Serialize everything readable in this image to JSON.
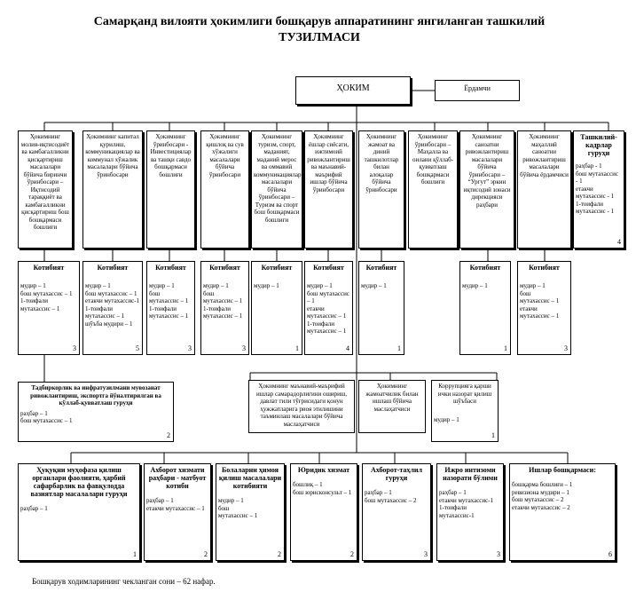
{
  "title": "Самарқанд вилояти ҳокимлиги бошқарув аппаратининг янгиланган ташкилий ТУЗИЛМАСИ",
  "hokim": "ҲОКИМ",
  "yordamchi": "Ёрдамчи",
  "deputies": [
    "Ҳокимнинг молия-иқтисодиёт ва камбағалликни қисқартириш масалалари бўйича биринчи ўринбосари – Иқтисодий тараққиёт ва камбағалликни қисқартириш бош бошқармаси бошлиғи",
    "Ҳокимнинг капитал қурилиш, коммуникациялар ва коммунал хўжалик масалалари бўйича ўринбосари",
    "Ҳокимнинг ўринбосари - Инвестициялар ва ташқи савдо бошқармаси бошлиғи",
    "Ҳокимнинг қишлоқ ва сув хўжалиги масалалари бўйича ўринбосари",
    "Ҳокимнинг туризм, спорт, маданият, маданий мерос ва оммавий коммуникациялар масалалари бўйича ўринбосари – Туризм ва спорт бош бошқармаси бошлиғи",
    "Ҳокимнинг ёшлар сиёсати, ижтимоий ривожлантириш ва маънавий-маърифий ишлар бўйича ўринбосари",
    "Ҳокимнинг жамоат ва диний ташкилотлар билан алоқалар бўйича ўринбосари",
    "Ҳокимнинг ўринбосари – Маҳалла ва оилани қўллаб-қувватлаш бошқармаси бошлиғи",
    "Ҳокимнинг саноатни ривожлантириш масалалари бўйича ўринбосари – “Ургут” эркин иқтисодий зонаси дирекцияси раҳбари",
    "Ҳокимнинг маҳаллий саноатни ривожлантириш масалалари бўйича ёрдамчиси"
  ],
  "kadr": {
    "title": "Ташкилий-кадрлар гуруҳи",
    "body": "раҳбар - 1\nбош мутахассис - 1\nетакчи мутахассис - 1\n1-тоифали\nмутахассис - 1",
    "num": "4"
  },
  "secretariats": [
    {
      "title": "Котибият",
      "body": "мудир – 1\nбош мутахассис – 1\n1-тоифали\nмутахассис – 1",
      "num": "3"
    },
    {
      "title": "Котибият",
      "body": "мудир – 1\nбош мутахассис – 1\nетакчи мутахассис-1\n1-тоифали\nмутахассис – 1\nшўъба мудири – 1",
      "num": "5"
    },
    {
      "title": "Котибият",
      "body": "мудир – 1\nбош\nмутахассис – 1\n1-тоифали\nмутахассис – 1",
      "num": "3"
    },
    {
      "title": "Котибият",
      "body": "мудир – 1\nбош\nмутахассис – 1\n1-тоифали\nмутахассис – 1",
      "num": "3"
    },
    {
      "title": "Котибият",
      "body": "мудир – 1",
      "num": "1"
    },
    {
      "title": "Котибият",
      "body": "мудир – 1\nбош мутахассис – 1\nетакчи\nмутахассис – 1\n1-тоифали\nмутахассис – 1",
      "num": "4"
    },
    {
      "title": "Котибият",
      "body": "мудир – 1",
      "num": "1"
    },
    {
      "title": "Котибият",
      "body": "мудир – 1",
      "num": "1"
    },
    {
      "title": "Котибият",
      "body": "мудир – 1\nбош\nмутахассис – 1\nетакчи\nмутахассис – 1",
      "num": "3"
    }
  ],
  "sector": {
    "title": "Тадбиркорлик ва инфратузилмани мувозанат ривожлантириш, экспортга йўналтирилган ва кўллаб-қувватлаш гуруҳи",
    "body": "раҳбар – 1\nбош мутахассис – 1",
    "num": "2"
  },
  "middle": [
    {
      "title": "Ҳокимнинг маънавий-маърифий ишлар самарадорлигини ошириш, давлат тили тўғрисидаги қонун ҳужжатларига риоя этилишини таъминлаш масалалари бўйича маслаҳатчиси",
      "body": "",
      "num": ""
    },
    {
      "title": "Ҳокимнинг жамоатчилик билан ишлаш бўйича маслаҳатчиси",
      "body": "",
      "num": ""
    },
    {
      "title": "Коррупцияга қарши ички назорат қилиш шўъбаси",
      "body": "мудир – 1",
      "num": "1"
    }
  ],
  "bottom": [
    {
      "title": "Ҳуқуқни муҳофаза қилиш органлари фаолияти, ҳарбий сафарбарлик ва фавқулодда вазиятлар масалалари гуруҳи",
      "body": "раҳбар – 1",
      "num": "1"
    },
    {
      "title": "Ахборот хизмати раҳбари - матбуот котиби",
      "body": "раҳбар – 1\nетакчи мутахассис – 1",
      "num": "2"
    },
    {
      "title": "Болаларни ҳимоя қилиш масалалари котибияти",
      "body": "мудир – 1\nбош\nмутахассис – 1",
      "num": "2"
    },
    {
      "title": "Юридик хизмат",
      "body": "бошлиқ – 1\nбош юрисконсульт – 1",
      "num": "2"
    },
    {
      "title": "Ахборот-таҳлил гуруҳи",
      "body": "раҳбар – 1\nбош мутахассис – 2",
      "num": "3"
    },
    {
      "title": "Ижро интизоми назорати бўлими",
      "body": "раҳбар – 1\nетакчи мутахассис-1\n1-тоифали\nмутахассис-1",
      "num": "3"
    },
    {
      "title": "Ишлар бошқармаси:",
      "body": "бошқарма бошлиғи – 1\nревизиона мудири – 1\nбош мутахассис – 2\nетакчи мутахассис – 2",
      "num": "6"
    }
  ],
  "footer": "Бошқарув ходимларининг чекланган сони – 62 нафар."
}
